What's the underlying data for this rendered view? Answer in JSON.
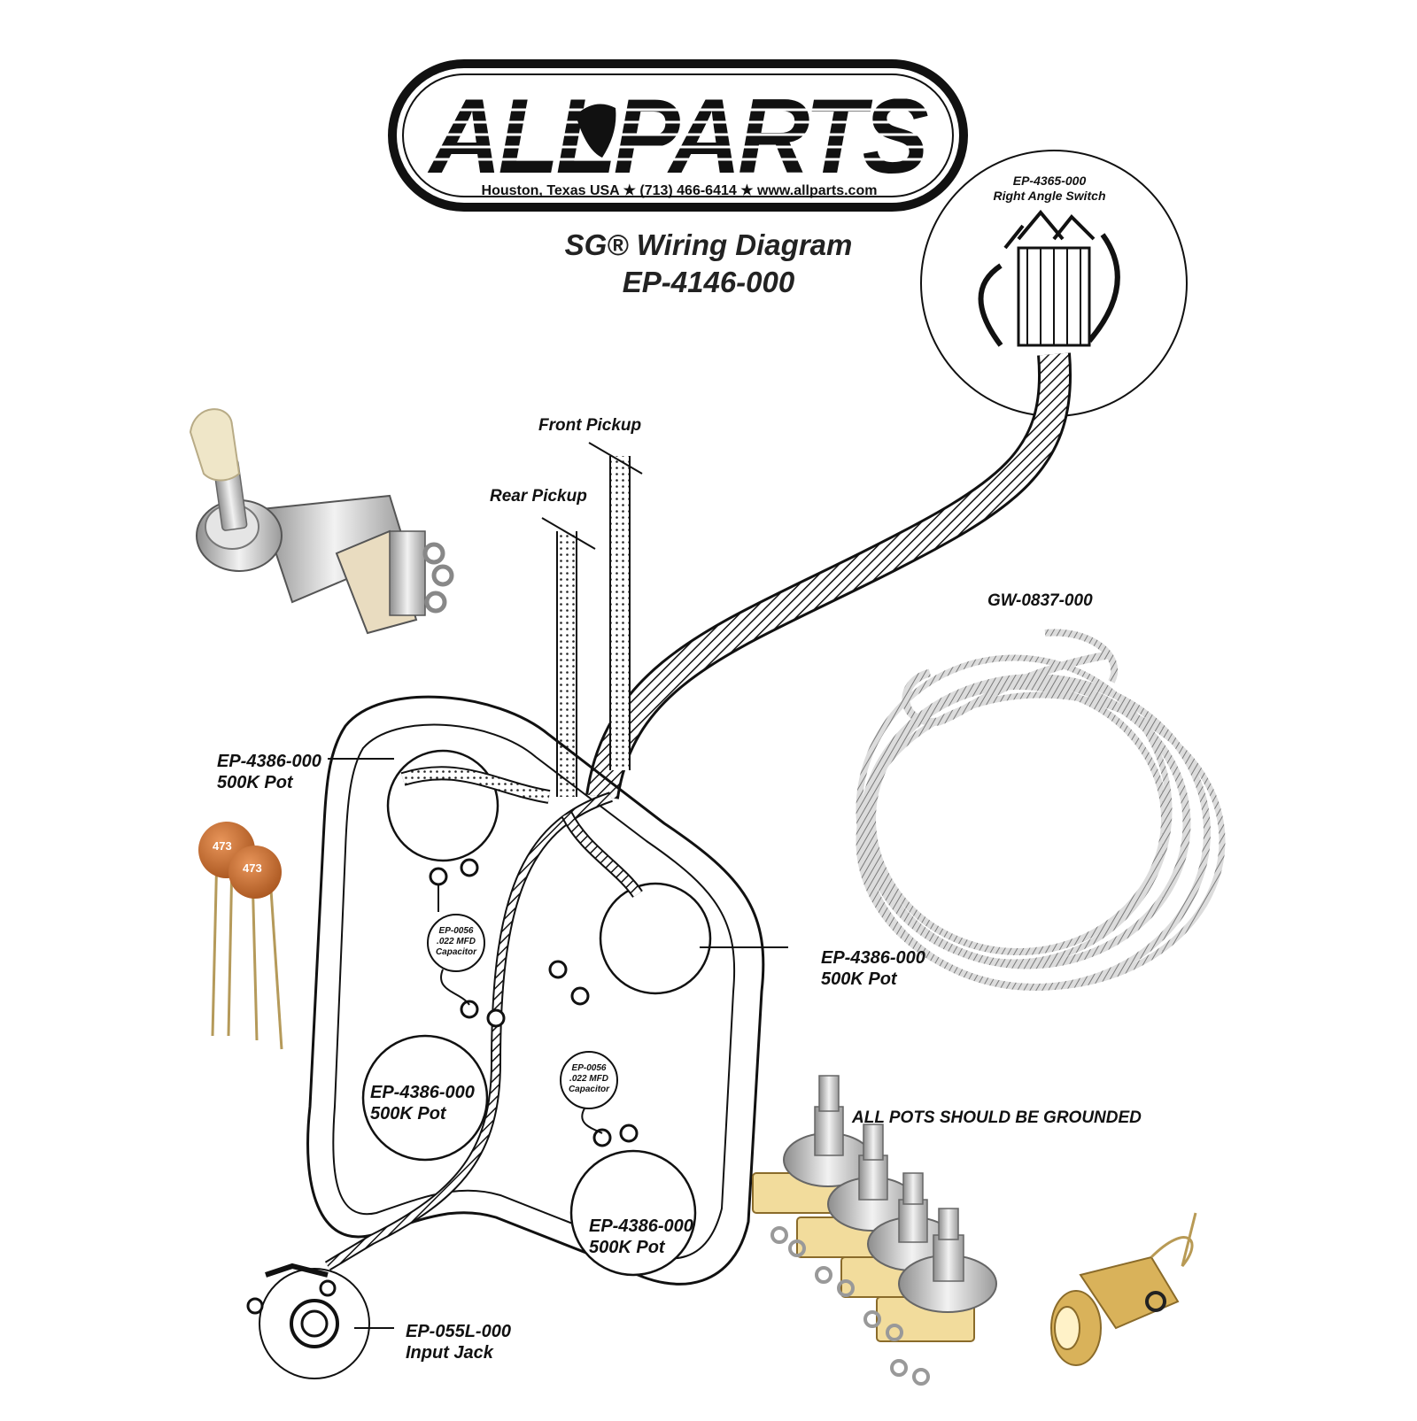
{
  "logo": {
    "brand": "ALLPARTS",
    "tagline": "Houston, Texas USA ★ (713) 466-6414 ★ www.allparts.com"
  },
  "title": {
    "line1": "SG® Wiring Diagram",
    "line2": "EP-4146-000"
  },
  "switch": {
    "part": "EP-4365-000",
    "name": "Right Angle Switch"
  },
  "pickups": {
    "front": "Front Pickup",
    "rear": "Rear Pickup"
  },
  "wire": {
    "part": "GW-0837-000"
  },
  "pots": [
    {
      "part": "EP-4386-000",
      "name": "500K Pot"
    },
    {
      "part": "EP-4386-000",
      "name": "500K Pot"
    },
    {
      "part": "EP-4386-000",
      "name": "500K Pot"
    },
    {
      "part": "EP-4386-000",
      "name": "500K Pot"
    }
  ],
  "capacitors": [
    {
      "part": "EP-0056",
      "value": ".022 MFD",
      "name": "Capacitor"
    },
    {
      "part": "EP-0056",
      "value": ".022 MFD",
      "name": "Capacitor"
    }
  ],
  "cap_marking": "473",
  "jack": {
    "part": "EP-055L-000",
    "name": "Input Jack"
  },
  "note": "ALL POTS SHOULD BE GROUNDED",
  "colors": {
    "ink": "#111111",
    "cap_orange": "#c8702e",
    "tip_cream": "#efe6c8",
    "metal": "#c9c9c9",
    "brass": "#d9b25a",
    "board": "#f2dc9c"
  }
}
